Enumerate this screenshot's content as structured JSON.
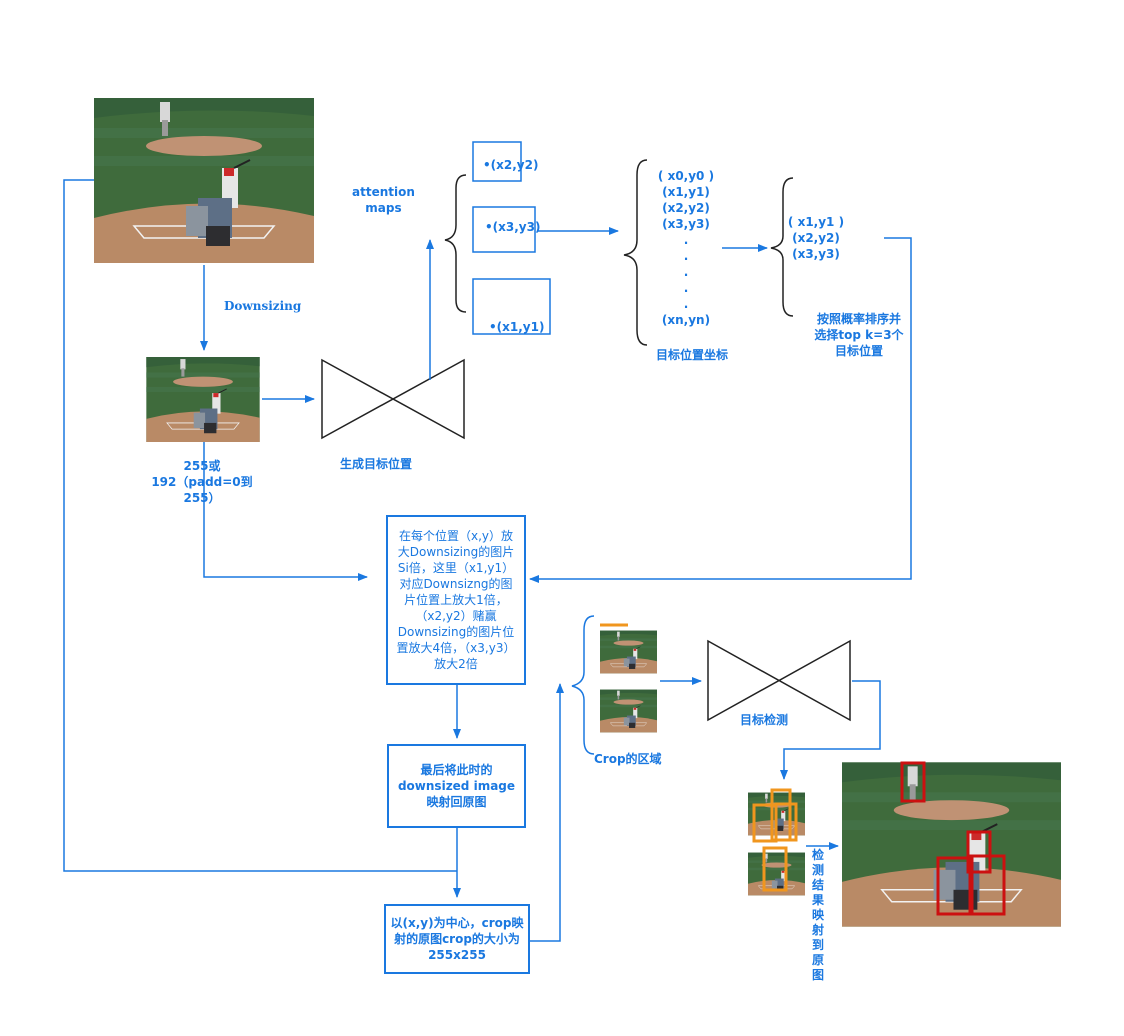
{
  "labels": {
    "downsizing": "Downsizing",
    "attention_maps": "attention\nmaps",
    "size_note": "255或\n192（padd=0到\n255）",
    "generate_target": "生成目标位置",
    "target_coords": "目标位置坐标",
    "topk_note": "按照概率排序并\n选择top k=3个\n目标位置",
    "crop_region": "Crop的区域",
    "target_detection": "目标检测",
    "map_back_result": "检测结果映射到原图"
  },
  "points": {
    "p2": "•(x2,y2)",
    "p3": "•(x3,y3)",
    "p1": "•(x1,y1)"
  },
  "coord_list": [
    "( x0,y0 )",
    "(x1,y1)",
    "(x2,y2)",
    "(x3,y3)",
    ".",
    ".",
    ".",
    ".",
    ".",
    "(xn,yn)"
  ],
  "topk_list": [
    "( x1,y1 )",
    "(x2,y2)",
    "(x3,y3)"
  ],
  "boxes": {
    "zoom": "在每个位置（x,y）放\n大Downsizing的图片\nSi倍，这里（x1,y1）\n对应Downsizng的图\n片位置上放大1倍，\n（x2,y2）赌赢\nDownsizing的图片位\n置放大4倍，（x3,y3）\n放大2倍",
    "map_back": "最后将此时的\ndownsized image\n映射回原图",
    "crop": "以(x,y)为中心，crop映\n射的原图crop的大小为\n255x255"
  },
  "colors": {
    "arrow": "#1a78e0",
    "field_green": "#3f6b3c",
    "dirt": "#b98a66",
    "detect_red": "#cc1010",
    "detect_orange": "#f0961e",
    "network": "#222222"
  }
}
